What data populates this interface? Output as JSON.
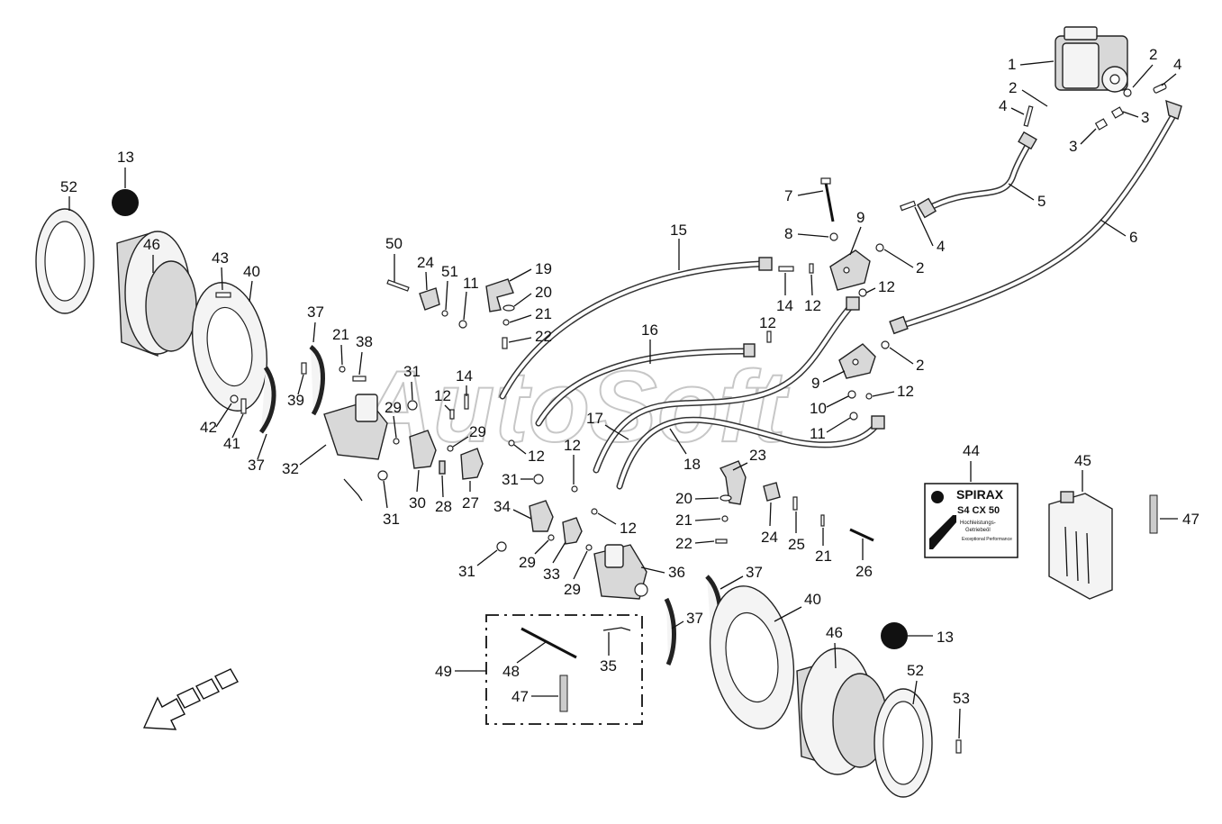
{
  "watermark": "AutoSoft",
  "label_numbers": {
    "n1": "1",
    "n2": "2",
    "n3": "3",
    "n4": "4",
    "n5": "5",
    "n6": "6",
    "n7": "7",
    "n8": "8",
    "n9": "9",
    "n10": "10",
    "n11": "11",
    "n12": "12",
    "n13": "13",
    "n14": "14",
    "n15": "15",
    "n16": "16",
    "n17": "17",
    "n18": "18",
    "n19": "19",
    "n20": "20",
    "n21": "21",
    "n22": "22",
    "n23": "23",
    "n24": "24",
    "n25": "25",
    "n26": "26",
    "n27": "27",
    "n28": "28",
    "n29": "29",
    "n30": "30",
    "n31": "31",
    "n32": "32",
    "n33": "33",
    "n34": "34",
    "n35": "35",
    "n36": "36",
    "n37": "37",
    "n38": "38",
    "n39": "39",
    "n40": "40",
    "n41": "41",
    "n42": "42",
    "n43": "43",
    "n44": "44",
    "n45": "45",
    "n46": "46",
    "n47": "47",
    "n48": "48",
    "n49": "49",
    "n50": "50",
    "n51": "51",
    "n52": "52",
    "n53": "53"
  },
  "sticker": {
    "brand": "SPIRAX",
    "product": "S4 CX 50",
    "line1": "Hochleistungs-",
    "line2": "Getriebeöl",
    "line3": "Exceptional Performance"
  },
  "colors": {
    "ink": "#111111",
    "watermark": "#9a9a9a",
    "background": "#ffffff"
  }
}
